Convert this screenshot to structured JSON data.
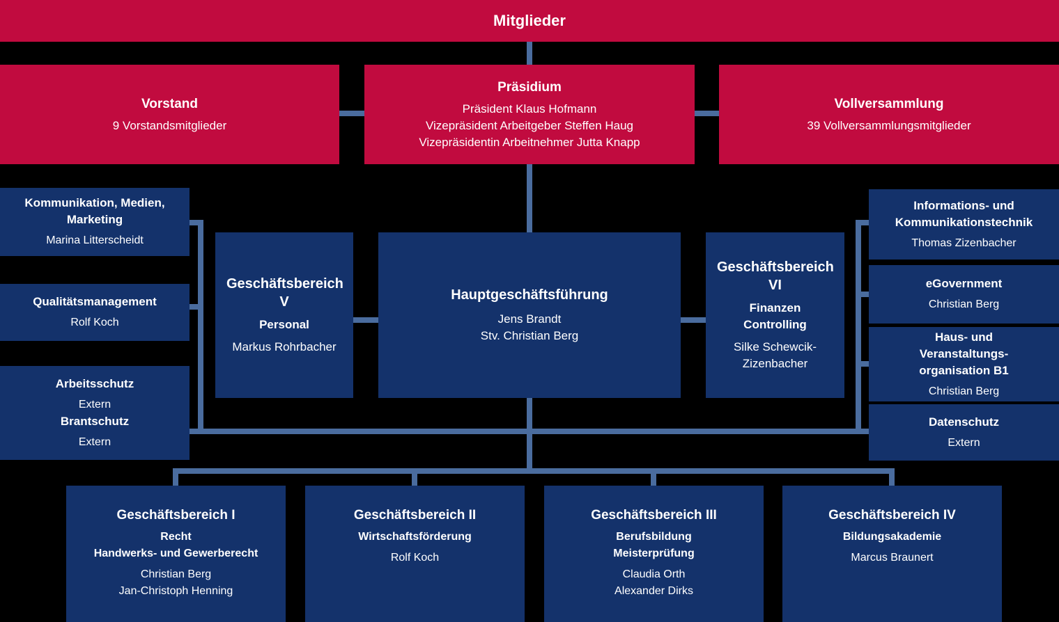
{
  "colors": {
    "red": "#c10b3f",
    "navy": "#14326b",
    "line": "#4a6c9e",
    "bg": "#000000",
    "text": "#ffffff"
  },
  "banner": {
    "title": "Mitglieder"
  },
  "governance": {
    "vorstand": {
      "title": "Vorstand",
      "lines": [
        "9 Vorstandsmitglieder"
      ]
    },
    "praesidium": {
      "title": "Präsidium",
      "lines": [
        "Präsident Klaus Hofmann",
        "Vizepräsident Arbeitgeber Steffen Haug",
        "Vizepräsidentin Arbeitnehmer Jutta Knapp"
      ]
    },
    "vollversammlung": {
      "title": "Vollversammlung",
      "lines": [
        "39 Vollversammlungsmitglieder"
      ]
    }
  },
  "left_staff": {
    "kommunikation": {
      "title": "Kommunikation, Medien, Marketing",
      "name": "Marina Litterscheidt"
    },
    "qualitaet": {
      "title": "Qualitätsmanagement",
      "name": "Rolf Koch"
    },
    "arbeitsschutz": {
      "title": "Arbeitsschutz",
      "name": "Extern",
      "title2": "Brantschutz",
      "name2": "Extern"
    }
  },
  "management": {
    "gb5": {
      "title": "Geschäftsbereich V",
      "subtitle": "Personal",
      "name": "Markus Rohrbacher"
    },
    "hgf": {
      "title": "Hauptgeschäftsführung",
      "name": "Jens Brandt",
      "deputy": "Stv. Christian Berg"
    },
    "gb6": {
      "title": "Geschäftsbereich VI",
      "subtitle": "Finanzen",
      "subtitle2": "Controlling",
      "name": "Silke Schewcik-Zizenbacher"
    }
  },
  "right_staff": {
    "ikt": {
      "title": "Informations- und Kommunikationstechnik",
      "name": "Thomas Zizenbacher"
    },
    "egovernment": {
      "title": "eGovernment",
      "name": "Christian Berg"
    },
    "haus": {
      "title": "Haus- und Veranstaltungs-organisation B1",
      "name": "Christian Berg"
    },
    "datenschutz": {
      "title": "Datenschutz",
      "name": "Extern"
    }
  },
  "departments": {
    "gb1": {
      "title": "Geschäftsbereich I",
      "subtitles": [
        "Recht",
        "Handwerks- und Gewerberecht"
      ],
      "names": [
        "Christian Berg",
        "Jan-Christoph Henning"
      ]
    },
    "gb2": {
      "title": "Geschäftsbereich II",
      "subtitles": [
        "Wirtschaftsförderung"
      ],
      "names": [
        "Rolf Koch"
      ]
    },
    "gb3": {
      "title": "Geschäftsbereich III",
      "subtitles": [
        "Berufsbildung",
        "Meisterprüfung"
      ],
      "names": [
        "Claudia Orth",
        "Alexander Dirks"
      ]
    },
    "gb4": {
      "title": "Geschäftsbereich IV",
      "subtitles": [
        "Bildungsakademie"
      ],
      "names": [
        "Marcus Braunert"
      ]
    }
  }
}
